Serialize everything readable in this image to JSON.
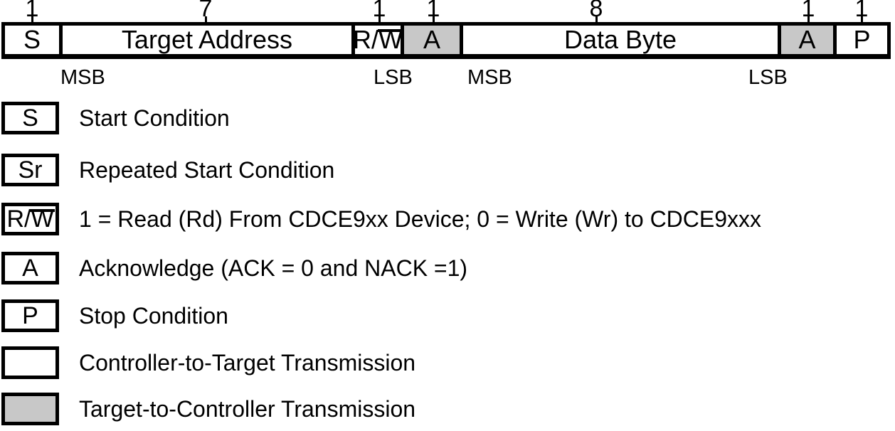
{
  "frame": {
    "bit_counts": [
      "1",
      "7",
      "1",
      "1",
      "8",
      "1",
      "1"
    ],
    "cells": [
      {
        "label": "S",
        "shaded": false,
        "bits": "1"
      },
      {
        "label": "Target Address",
        "shaded": false,
        "bits": "7"
      },
      {
        "label_prefix": "R/",
        "label_overline": "W",
        "shaded": false,
        "bits": "1"
      },
      {
        "label": "A",
        "shaded": true,
        "bits": "1"
      },
      {
        "label": "Data Byte",
        "shaded": false,
        "bits": "8"
      },
      {
        "label": "A",
        "shaded": true,
        "bits": "1"
      },
      {
        "label": "P",
        "shaded": false,
        "bits": "1"
      }
    ],
    "order_labels": [
      "MSB",
      "LSB",
      "MSB",
      "LSB"
    ]
  },
  "legend": {
    "items": [
      {
        "symbol": "S",
        "description": "Start Condition",
        "shaded": false
      },
      {
        "symbol": "Sr",
        "description": "Repeated Start Condition",
        "shaded": false
      },
      {
        "symbol_prefix": "R/",
        "symbol_overline": "W",
        "description": "1 = Read (Rd) From CDCE9xx Device; 0 = Write (Wr) to CDCE9xxx",
        "shaded": false
      },
      {
        "symbol": "A",
        "description": "Acknowledge (ACK = 0 and NACK =1)",
        "shaded": false
      },
      {
        "symbol": "P",
        "description": "Stop Condition",
        "shaded": false
      },
      {
        "symbol": "",
        "description": "Controller-to-Target Transmission",
        "shaded": false
      },
      {
        "symbol": "",
        "description": "Target-to-Controller Transmission",
        "shaded": true
      }
    ]
  },
  "colors": {
    "shaded_cell": "#c8c8c8",
    "border": "#000000",
    "background": "#ffffff"
  }
}
